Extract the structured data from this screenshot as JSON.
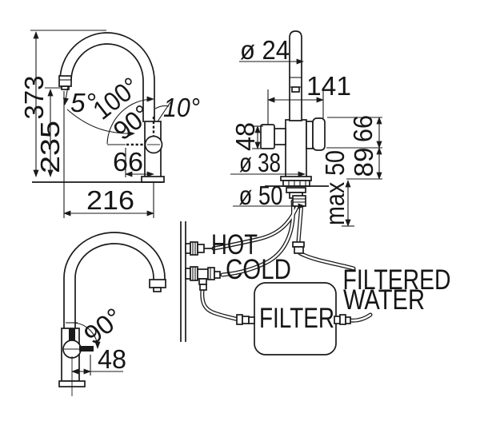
{
  "drawing_title": "faucet-installation-dimension-drawing",
  "colors": {
    "line": "#1a1a1a",
    "background": "#ffffff"
  },
  "views": {
    "side": {
      "labels": {
        "height_total": "373",
        "height_to_spout": "235",
        "reach": "216",
        "lever_offset": "66",
        "spout_angle": "5°",
        "swivel_angle": "100°",
        "lever_arc": "90°",
        "handle_tilt": "10°"
      }
    },
    "front": {
      "labels": {
        "spout_diameter": "ø 24",
        "handle_spacing": "141",
        "handle_height": "48",
        "dim_66": "66",
        "dim_89": "89",
        "body_diameter": "ø 38",
        "base_diameter": "ø 50",
        "max_counter_thickness": "max 50"
      }
    },
    "installed_side": {
      "labels": {
        "lever_arc": "90°",
        "lever_reach": "48"
      }
    },
    "plumbing": {
      "labels": {
        "hot": "HOT",
        "cold": "COLD",
        "filter": "FILTER",
        "filtered_line1": "FILTERED",
        "filtered_line2": "WATER"
      }
    }
  }
}
